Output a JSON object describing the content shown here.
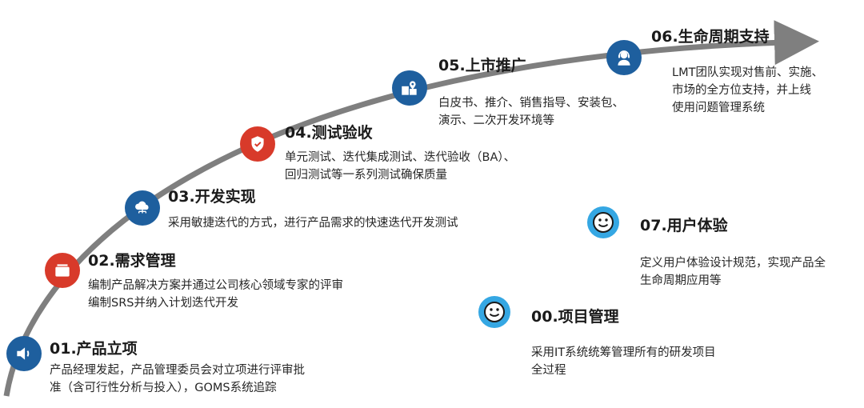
{
  "colors": {
    "arrow": "#7f7f7f",
    "navy": "#1e5f9e",
    "red": "#d83a2a",
    "light_blue": "#35a7e3"
  },
  "stages": [
    {
      "title": "01.产品立项",
      "icon": "speaker-icon",
      "lines": [
        "产品经理发起，产品管理委员会对立项进行评审批",
        "准（含可行性分析与投入），GOMS系统追踪"
      ]
    },
    {
      "title": "02.需求管理",
      "icon": "folder-icon",
      "lines": [
        "编制产品解决方案并通过公司核心领域专家的评审",
        "编制SRS并纳入计划迭代开发"
      ]
    },
    {
      "title": "03.开发实现",
      "icon": "cloud-network-icon",
      "lines": [
        "采用敏捷迭代的方式，进行产品需求的快速迭代开发测试"
      ]
    },
    {
      "title": "04.测试验收",
      "icon": "shield-check-icon",
      "lines": [
        "单元测试、迭代集成测试、迭代验收（BA）、",
        "回归测试等一系列测试确保质量"
      ]
    },
    {
      "title": "05.上市推广",
      "icon": "map-pin-icon",
      "lines": [
        "白皮书、推介、销售指导、安装包、",
        "演示、二次开发环境等"
      ]
    },
    {
      "title": "06.生命周期支持",
      "icon": "support-agent-icon",
      "lines": [
        "LMT团队实现对售前、实施、",
        "市场的全方位支持，并上线",
        "使用问题管理系统"
      ]
    }
  ],
  "extras": [
    {
      "title": "07.用户体验",
      "icon": "smiley-icon",
      "lines": [
        "定义用户体验设计规范，实现产品全",
        "生命周期应用等"
      ]
    },
    {
      "title": "00.项目管理",
      "icon": "smiley-icon",
      "lines": [
        "采用IT系统统筹管理所有的研发项目",
        "全过程"
      ]
    }
  ]
}
